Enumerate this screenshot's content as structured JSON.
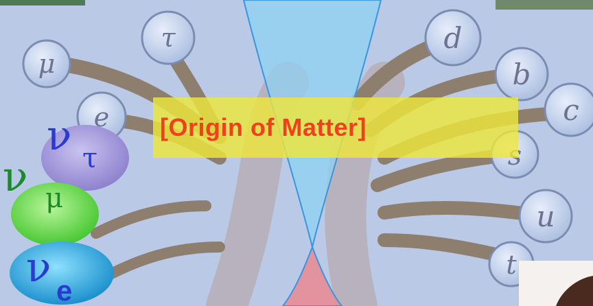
{
  "title": "[Origin of Matter]",
  "colors": {
    "background": "#b9c9e6",
    "title_box": "#eee63c",
    "title_text": "#f0401e",
    "cone_upper": "#8fd0f2",
    "cone_lower": "#e98a8f",
    "nu_tau": "#9b8fd4",
    "nu_mu": "#5fdc3c",
    "nu_e": "#21a4dc",
    "nu_text": "#2a3bd0"
  },
  "leptons": [
    "μ",
    "τ",
    "e"
  ],
  "quarks": [
    "d",
    "b",
    "c",
    "s",
    "u",
    "t"
  ],
  "neutrinos": {
    "tau": {
      "symbol": "ν",
      "sub": "τ"
    },
    "mu": {
      "symbol": "ν",
      "sub": "μ"
    },
    "e": {
      "symbol": "ν",
      "sub": "e"
    }
  },
  "icons": [
    "tree-of-particles-icon",
    "light-cone-icon"
  ]
}
